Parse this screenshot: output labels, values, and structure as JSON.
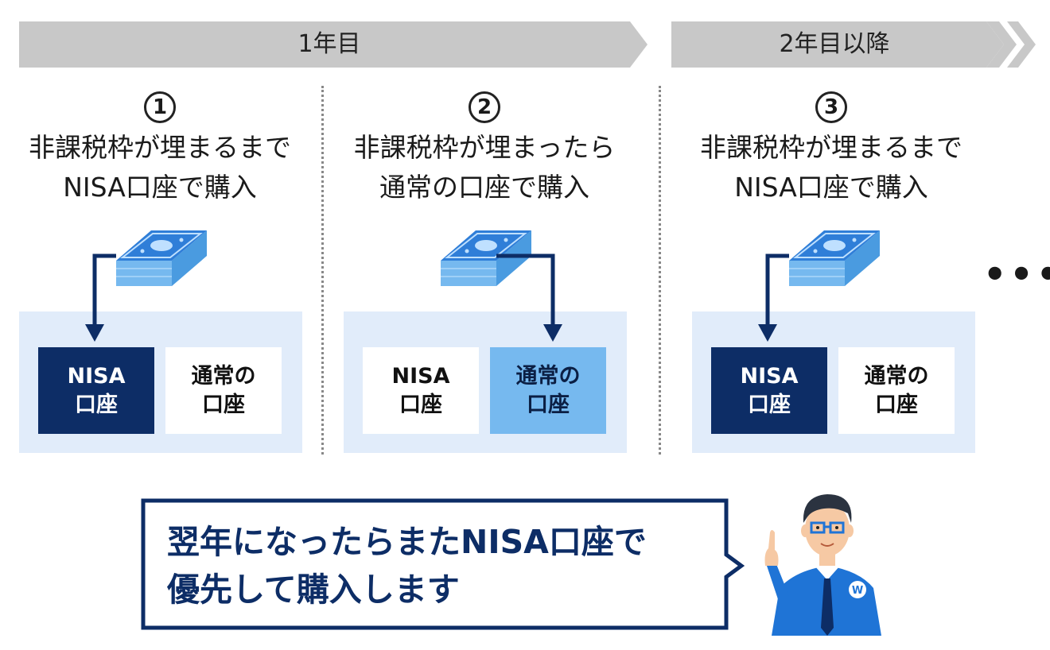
{
  "timeline": {
    "year1_label": "1年目",
    "year2_label": "2年目以降"
  },
  "columns": [
    {
      "number": "1",
      "line1": "非課税枠が埋まるまで",
      "line2": "NISA口座で購入",
      "nisa_label_1": "NISA",
      "nisa_label_2": "口座",
      "regular_label_1": "通常の",
      "regular_label_2": "口座"
    },
    {
      "number": "2",
      "line1": "非課税枠が埋まったら",
      "line2": "通常の口座で購入",
      "nisa_label_1": "NISA",
      "nisa_label_2": "口座",
      "regular_label_1": "通常の",
      "regular_label_2": "口座"
    },
    {
      "number": "3",
      "line1": "非課税枠が埋まるまで",
      "line2": "NISA口座で購入",
      "nisa_label_1": "NISA",
      "nisa_label_2": "口座",
      "regular_label_1": "通常の",
      "regular_label_2": "口座"
    }
  ],
  "ellipsis": "•••",
  "speech": {
    "line1": "翌年になったらまたNISA口座で",
    "line2": "優先して購入します"
  },
  "colors": {
    "navy": "#0d2d66",
    "light_blue": "#76b9ef",
    "panel_bg": "#e1ecfa",
    "banner": "#c8c8c8"
  },
  "icons": [
    "money-stack-icon",
    "arrow-down-icon",
    "advisor-illustration",
    "logo-w-icon"
  ]
}
